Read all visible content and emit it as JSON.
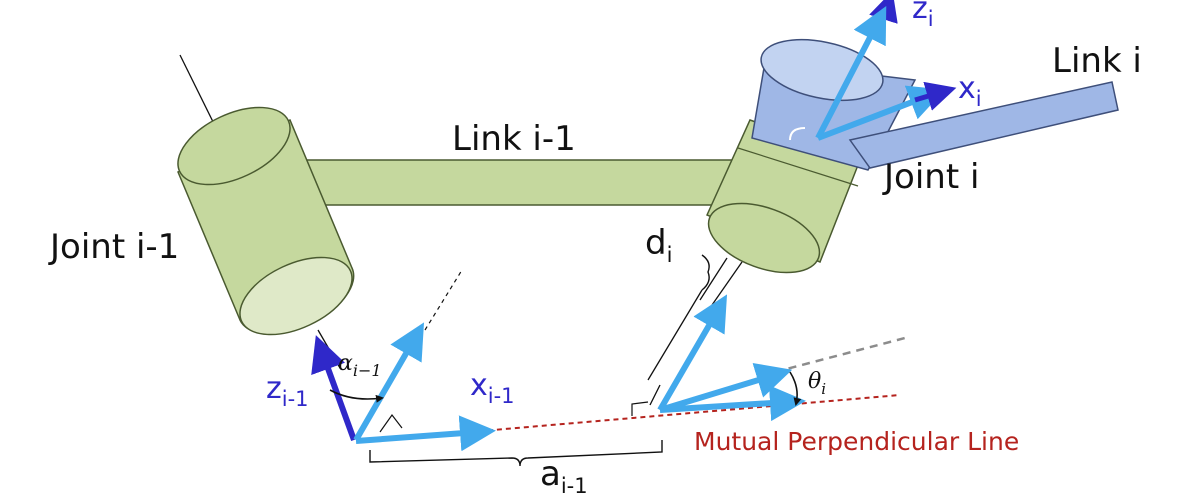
{
  "labels": {
    "link_prev": "Link i-1",
    "link_i": "Link i",
    "joint_prev": "Joint i-1",
    "joint_i": "Joint i",
    "mutual_line": "Mutual Perpendicular Line",
    "z_prev": {
      "base": "z",
      "sub": "i-1"
    },
    "x_prev": {
      "base": "x",
      "sub": "i-1"
    },
    "z_i": {
      "base": "z",
      "sub": "i"
    },
    "x_i": {
      "base": "x",
      "sub": "i"
    },
    "alpha": {
      "base": "α",
      "sub": "i−1"
    },
    "theta": {
      "base": "θ",
      "sub": "i"
    },
    "d": {
      "base": "d",
      "sub": "i"
    },
    "a": {
      "base": "a",
      "sub": "i-1"
    }
  },
  "colors": {
    "joint_green": "#c5d89e",
    "joint_green_dark": "#4a5a30",
    "joint_blue": "#9fb7e6",
    "arrow_light": "#42a9ec",
    "arrow_dark": "#2f28c9",
    "perp_line": "#b5231e"
  }
}
